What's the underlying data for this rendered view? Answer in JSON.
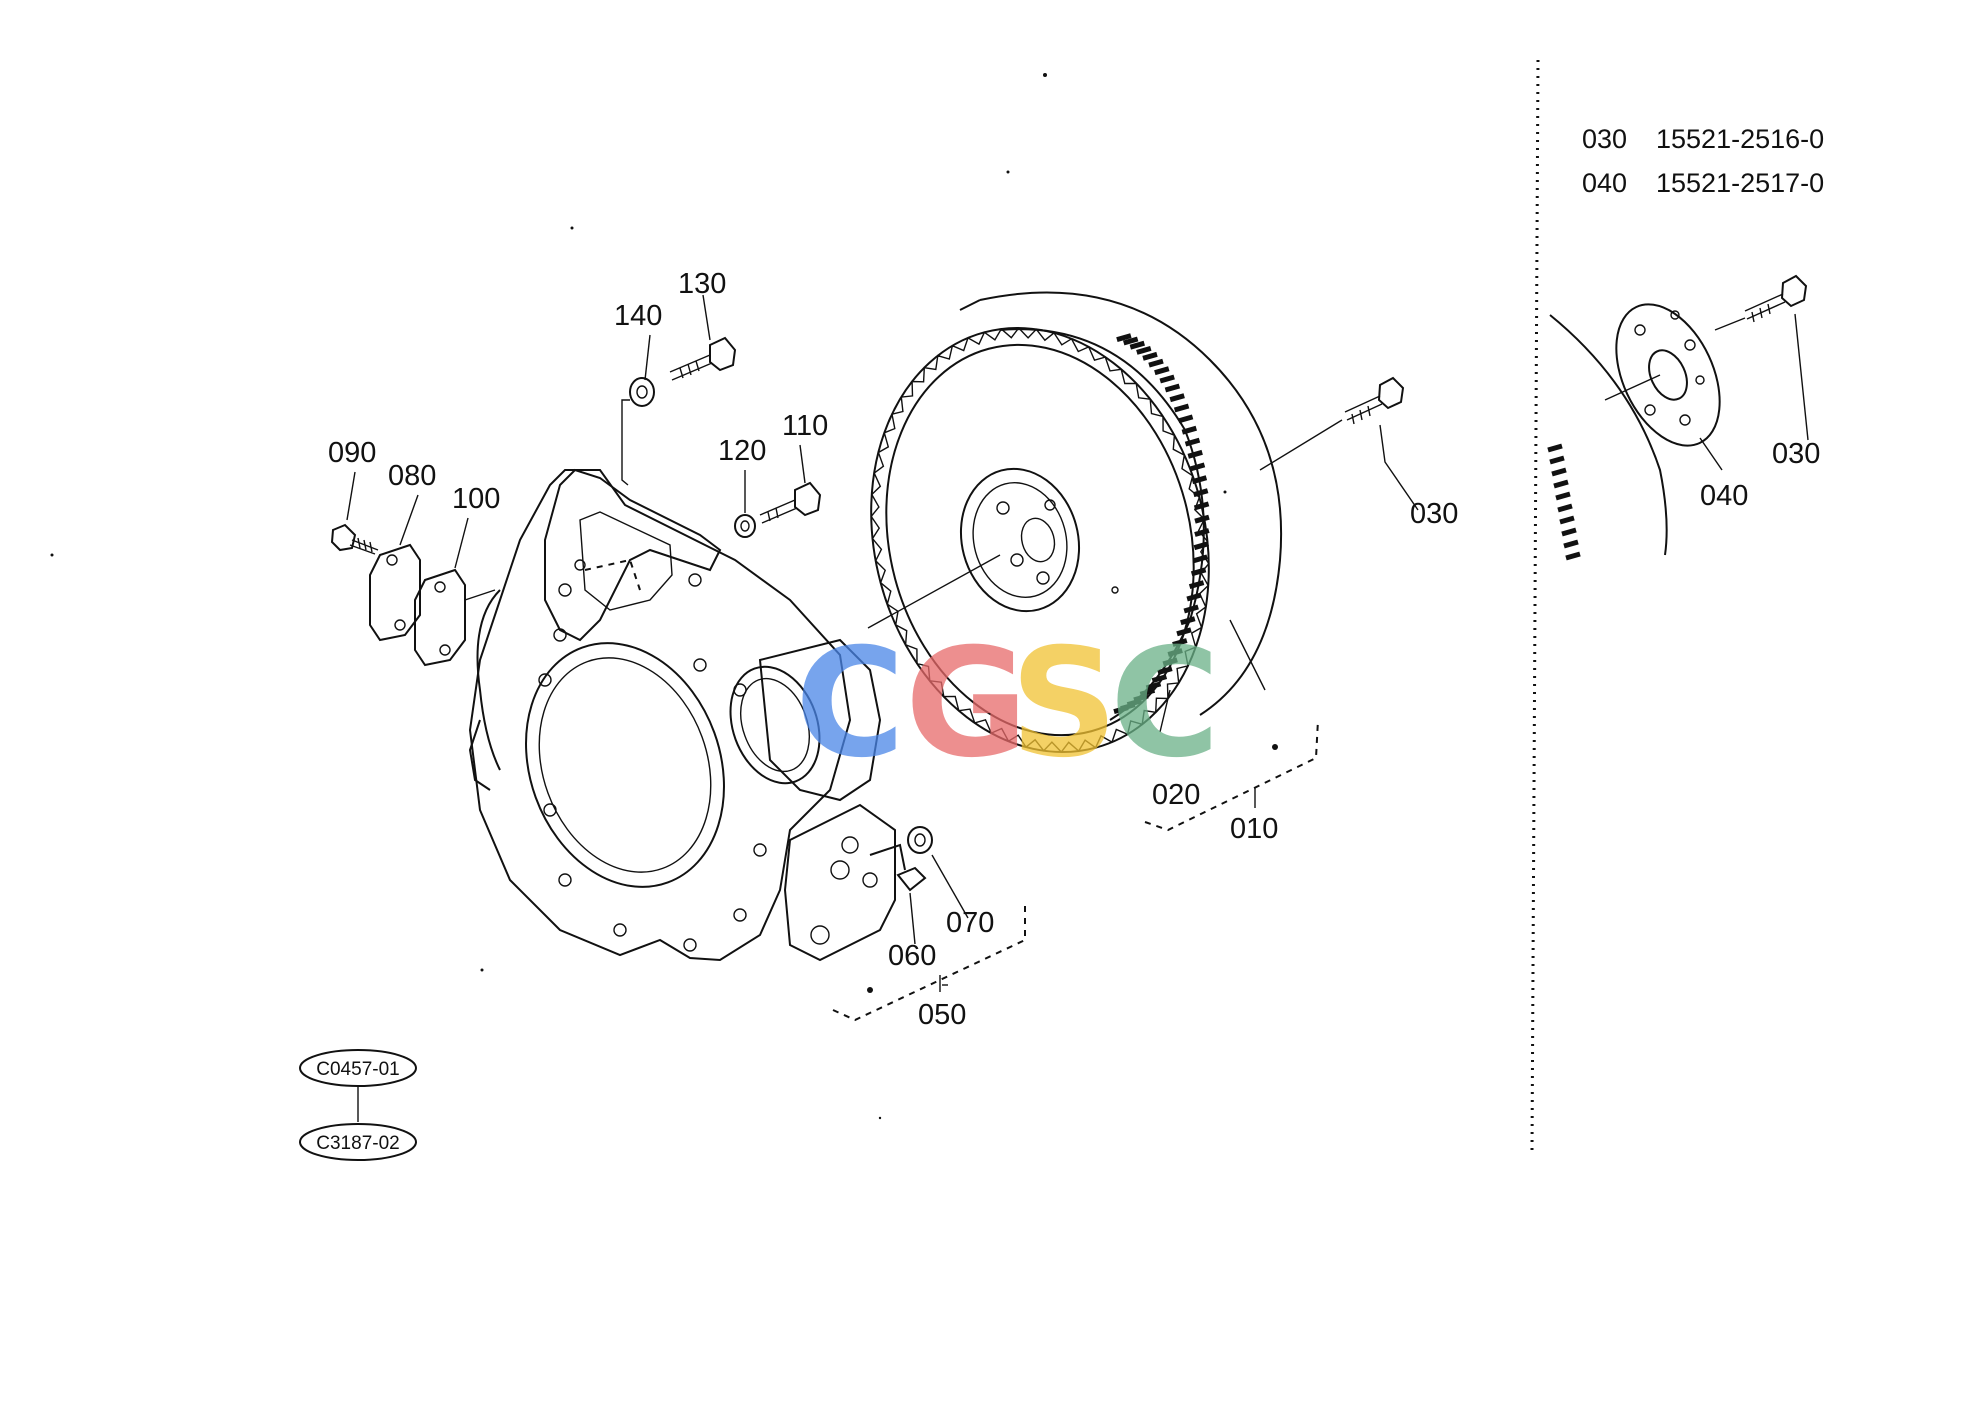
{
  "callouts": {
    "c010": "010",
    "c020": "020",
    "c030_main": "030",
    "c050": "050",
    "c060": "060",
    "c070": "070",
    "c080": "080",
    "c090": "090",
    "c100": "100",
    "c110": "110",
    "c120": "120",
    "c130": "130",
    "c140": "140",
    "c030_detail": "030",
    "c040_detail": "040"
  },
  "parts_table": [
    {
      "no": "030",
      "part": "15521-2516-0"
    },
    {
      "no": "040",
      "part": "15521-2517-0"
    }
  ],
  "references": {
    "ref1": "C0457-01",
    "ref2": "C3187-02"
  },
  "watermark": {
    "letters": [
      "C",
      "G",
      "S",
      "C"
    ],
    "colors": [
      "#4a86e8",
      "#e86a6a",
      "#f1c232",
      "#6ab187"
    ]
  }
}
